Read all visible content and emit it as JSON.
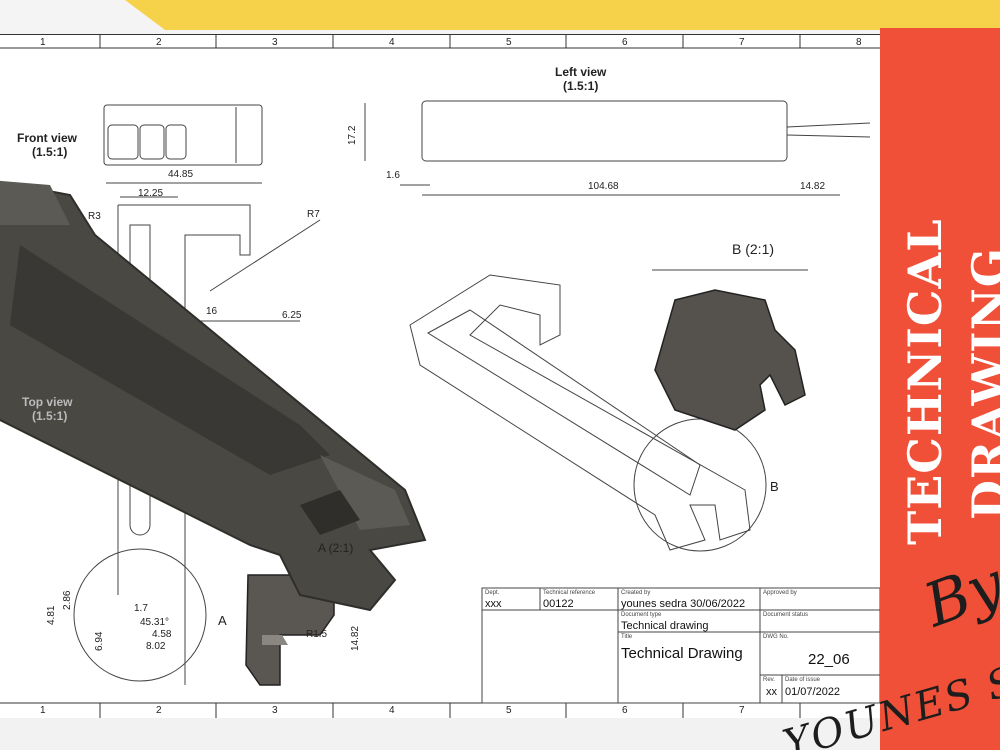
{
  "columns": [
    "1",
    "2",
    "3",
    "4",
    "5",
    "6",
    "7",
    "8"
  ],
  "views": {
    "left_view": "Left view",
    "left_view_scale": "(1.5:1)",
    "front_view": "Front view",
    "front_view_scale": "(1.5:1)",
    "top_view": "Top view",
    "top_view_scale": "(1.5:1)",
    "detail_b": "B (2:1)",
    "detail_a": "A (2:1)",
    "callout_b": "B",
    "callout_a": "A"
  },
  "dimensions": {
    "d_17_2": "17.2",
    "d_1_6": "1.6",
    "d_104_68": "104.68",
    "d_14_82_top": "14.82",
    "d_44_85": "44.85",
    "d_12_25": "12.25",
    "r3": "R3",
    "r7": "R7",
    "d_16": "16",
    "d_6_25": "6.25",
    "d_4_81": "4.81",
    "d_2_86": "2.86",
    "d_4_58": "4.58",
    "d_8_02": "8.02",
    "d_6_94": "6.94",
    "d_1_7": "1.7",
    "d_45_31": "45.31°",
    "d_r1_5": "R1.5",
    "d_14_82_detail": "14.82"
  },
  "title_block": {
    "dept_label": "Dept.",
    "dept_value": "xxx",
    "techref_label": "Technical reference",
    "techref_value": "00122",
    "created_label": "Created by",
    "created_value": "younes sedra   30/06/2022",
    "approved_label": "Approved by",
    "doctype_label": "Document type",
    "doctype_value": "Technical drawing",
    "docstatus_label": "Document status",
    "title_label": "Title",
    "title_value": "Technical Drawing",
    "dwg_label": "DWG No.",
    "dwg_value": "22_06",
    "rev_label": "Rev.",
    "rev_value": "xx",
    "date_label": "Date of issue",
    "date_value": "01/07/2022"
  },
  "banner": {
    "line1": "TECHNICAL",
    "line2": "DRAWING",
    "signature_by": "By",
    "signature_name": "YOUNES S"
  },
  "colors": {
    "banner_red": "#f05038",
    "accent_yellow": "#f6d24a",
    "part_dark": "#4a4843"
  }
}
